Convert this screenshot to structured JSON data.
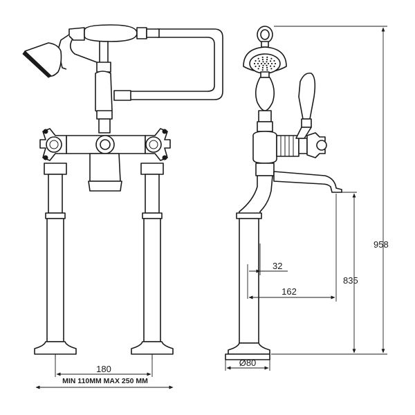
{
  "dimensions": {
    "total_height": "958",
    "spout_height": "835",
    "offset_small": "32",
    "spout_reach": "162",
    "base_diameter": "Ø80",
    "leg_centres": "180",
    "range_note": "MIN 110MM  MAX 250 MM"
  },
  "colors": {
    "line": "#1a1a1a",
    "background": "#ffffff"
  }
}
